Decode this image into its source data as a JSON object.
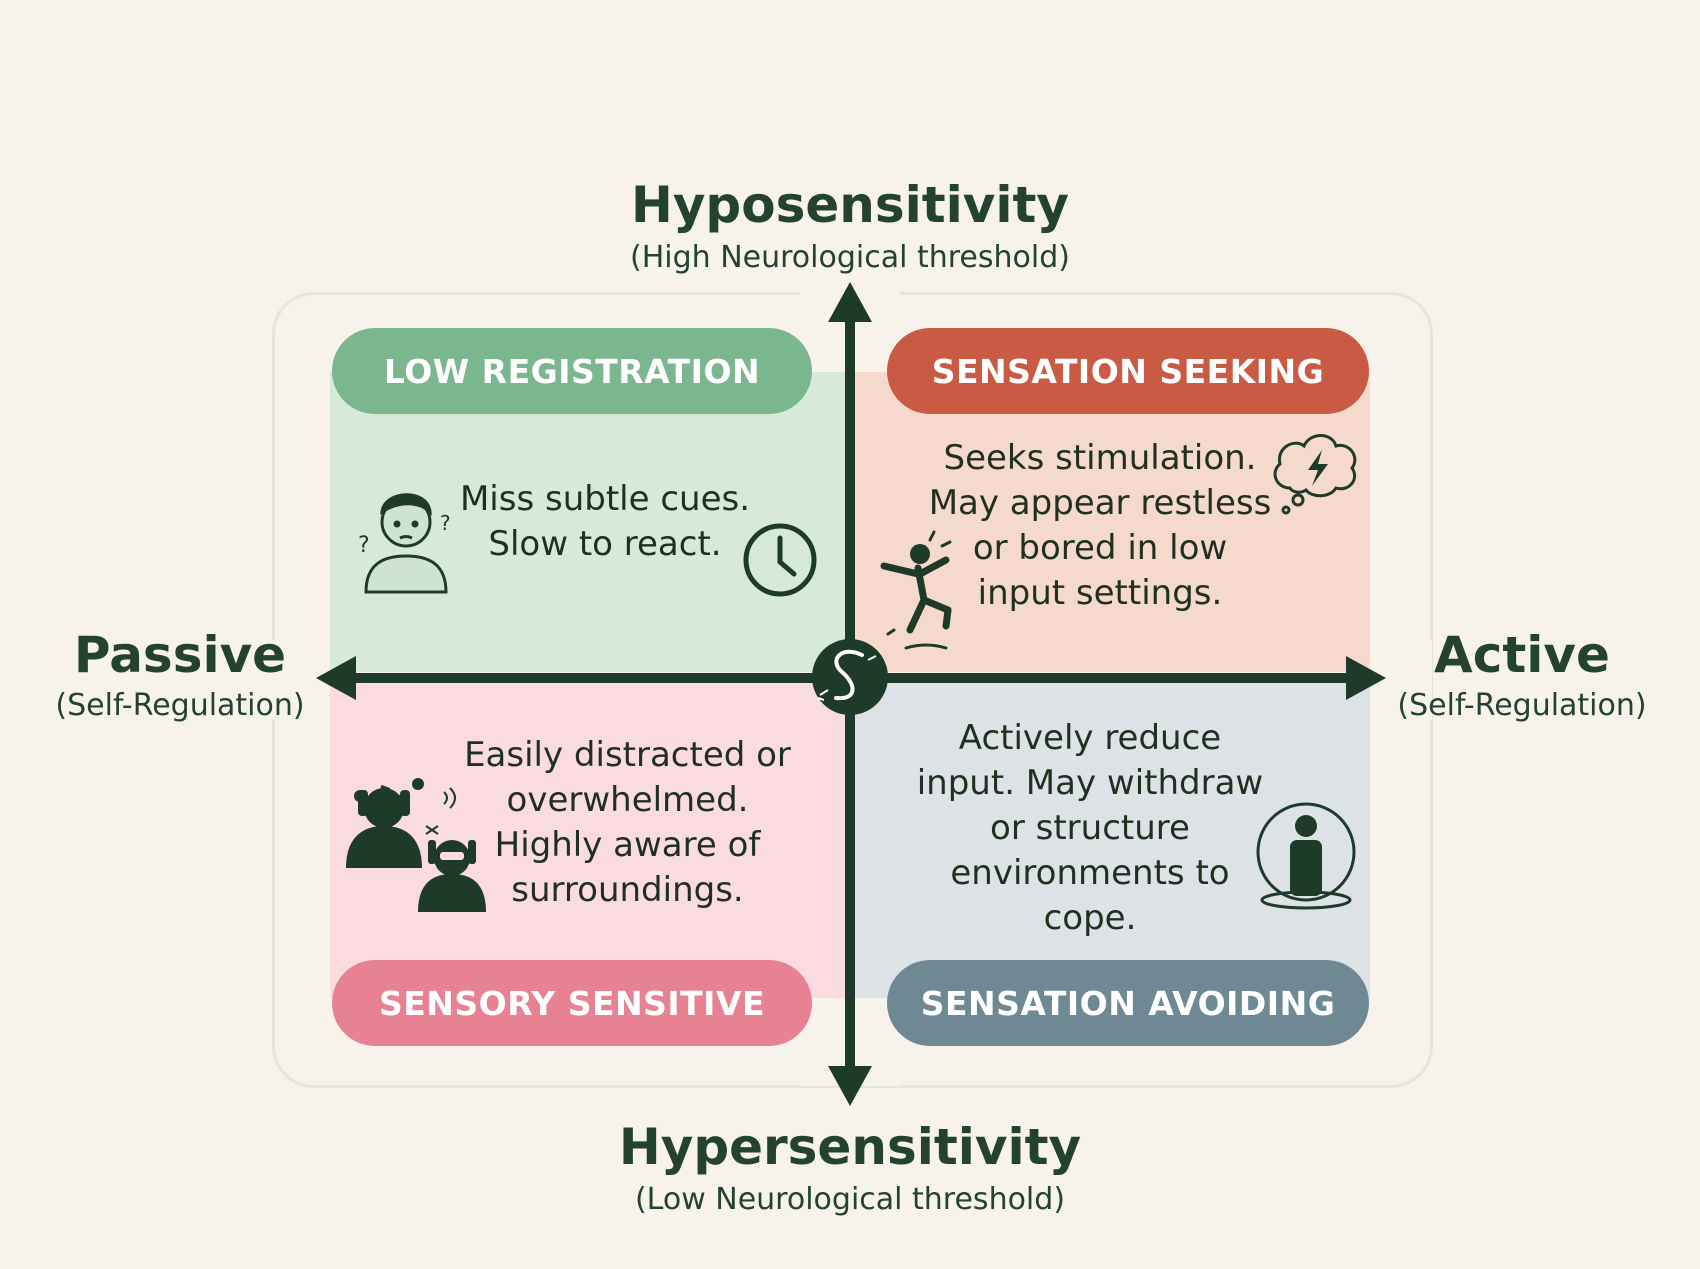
{
  "axes": {
    "top": {
      "title": "Hyposensitivity",
      "subtitle": "(High Neurological threshold)"
    },
    "bottom": {
      "title": "Hypersensitivity",
      "subtitle": "(Low Neurological threshold)"
    },
    "left": {
      "title": "Passive",
      "subtitle": "(Self-Regulation)"
    },
    "right": {
      "title": "Active",
      "subtitle": "(Self-Regulation)"
    }
  },
  "quadrants": {
    "top_left": {
      "label": "LOW REGISTRATION",
      "lines": [
        "Miss subtle cues.",
        "Slow to react."
      ],
      "icons": [
        "confused-person-icon",
        "clock-icon"
      ],
      "color": "#7ab68e"
    },
    "top_right": {
      "label": "SENSATION SEEKING",
      "lines": [
        "Seeks stimulation.",
        "May appear restless",
        "or bored in low",
        "input settings."
      ],
      "icons": [
        "jumping-person-icon",
        "thought-cloud-lightning-icon"
      ],
      "color": "#c95a43"
    },
    "bottom_left": {
      "label": "SENSORY SENSITIVE",
      "lines": [
        "Easily distracted or",
        "overwhelmed.",
        "Highly aware of",
        "surroundings."
      ],
      "icons": [
        "overwhelmed-people-icon"
      ],
      "color": "#e78292"
    },
    "bottom_right": {
      "label": "SENSATION AVOIDING",
      "lines": [
        "Actively reduce",
        "input. May withdraw",
        "or structure",
        "environments to",
        "cope."
      ],
      "icons": [
        "person-in-bubble-icon"
      ],
      "color": "#6e8894"
    }
  },
  "center_icon": "nerve-s-icon",
  "axis_color": "#1e3b2a"
}
